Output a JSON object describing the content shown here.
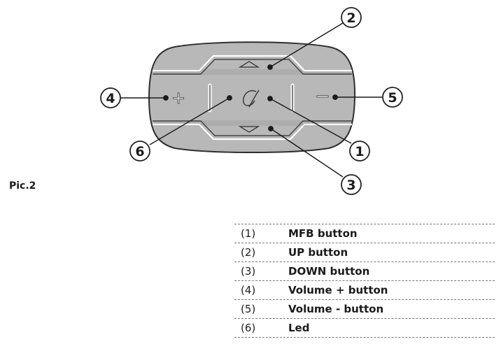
{
  "figure": {
    "caption": "Pic.2",
    "callouts": [
      "1",
      "2",
      "3",
      "4",
      "5",
      "6"
    ],
    "device_glyphs": {
      "volume_plus": "+",
      "volume_minus": "−",
      "up_arrow": "up-triangle-icon",
      "down_arrow": "down-triangle-icon",
      "logo": "cellularline-logo"
    },
    "colors": {
      "body": "#b9b9b9",
      "outline": "#333333",
      "callout_border": "#222222"
    }
  },
  "legend": {
    "items": [
      {
        "num": "(1)",
        "label": "MFB button"
      },
      {
        "num": "(2)",
        "label": "UP button"
      },
      {
        "num": "(3)",
        "label": "DOWN button"
      },
      {
        "num": "(4)",
        "label": "Volume + button"
      },
      {
        "num": "(5)",
        "label": "Volume - button"
      },
      {
        "num": "(6)",
        "label": "Led"
      }
    ]
  }
}
